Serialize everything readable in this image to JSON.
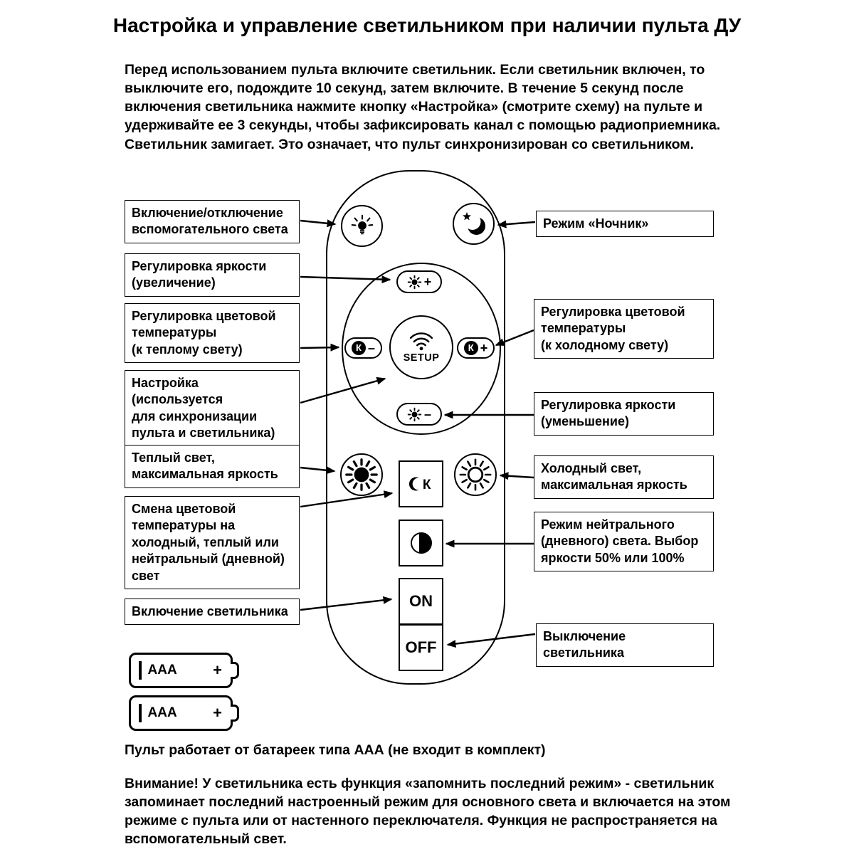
{
  "title": "Настройка и управление светильником при наличии пульта ДУ",
  "intro": "Перед использованием пульта включите светильник. Если светильник включен, то выключите его, подождите 10 секунд, затем включите. В течение 5 секунд после включения светильника нажмите кнопку «Настройка» (смотрите схему) на пульте и удерживайте ее 3 секунды, чтобы зафиксировать канал с помощью радиоприемника. Светильник замигает. Это означает, что пульт синхронизирован со светильником.",
  "callouts_left": [
    "Включение/отключение\nвспомогательного света",
    "Регулировка яркости\n(увеличение)",
    "Регулировка цветовой\nтемпературы\n(к теплому свету)",
    "Настройка (используется\nдля синхронизации\nпульта и светильника)",
    "Теплый свет,\nмаксимальная яркость",
    "Смена цветовой\nтемпературы на\nхолодный, теплый или\nнейтральный (дневной)\nсвет",
    "Включение светильника"
  ],
  "callouts_right": [
    "Режим «Ночник»",
    "Регулировка цветовой\nтемпературы\n(к холодному свету)",
    "Регулировка яркости\n(уменьшение)",
    "Холодный свет,\nмаксимальная яркость",
    "Режим нейтрального\n(дневного) света. Выбор\nяркости 50% или 100%",
    "Выключение светильника"
  ],
  "remote": {
    "setup_label": "SETUP",
    "k_letter": "К",
    "minus_sign": "–",
    "plus_sign": "+",
    "on_label": "ON",
    "off_label": "OFF"
  },
  "battery": {
    "type_label": "AAA",
    "plus_sign": "+"
  },
  "battery_note": "Пульт работает от батареек типа ААА (не входит в комплект)",
  "warning": "Внимание! У светильника есть функция «запомнить последний режим» - светильник запоминает последний настроенный режим для основного света и включается на этом режиме с пульта или от настенного переключателя. Функция не распространяется на вспомогательный свет."
}
